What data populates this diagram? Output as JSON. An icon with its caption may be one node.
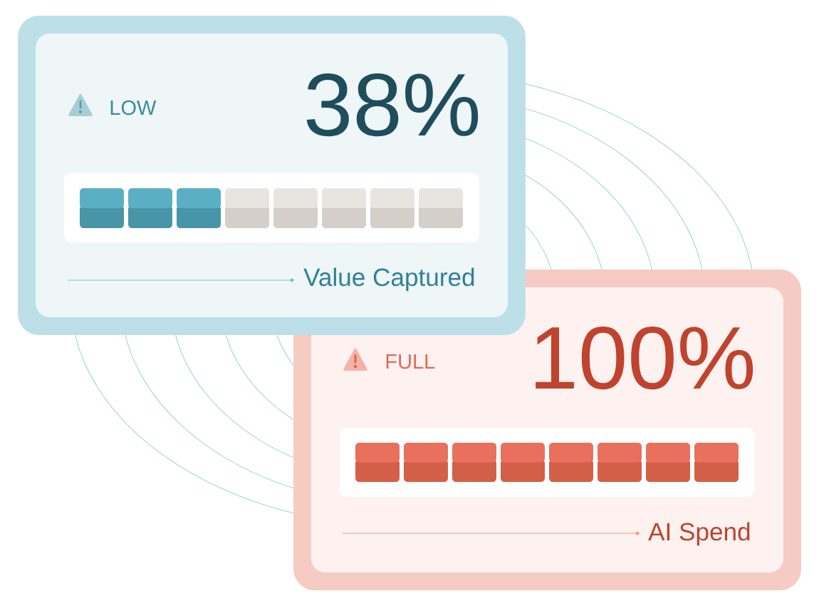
{
  "diagram": {
    "nodes": [
      {
        "text": [
          "LOW",
          "38%",
          "Value Captured"
        ]
      },
      {
        "text": [
          "FULL",
          "100%",
          "AI Spend"
        ]
      }
    ]
  }
}
